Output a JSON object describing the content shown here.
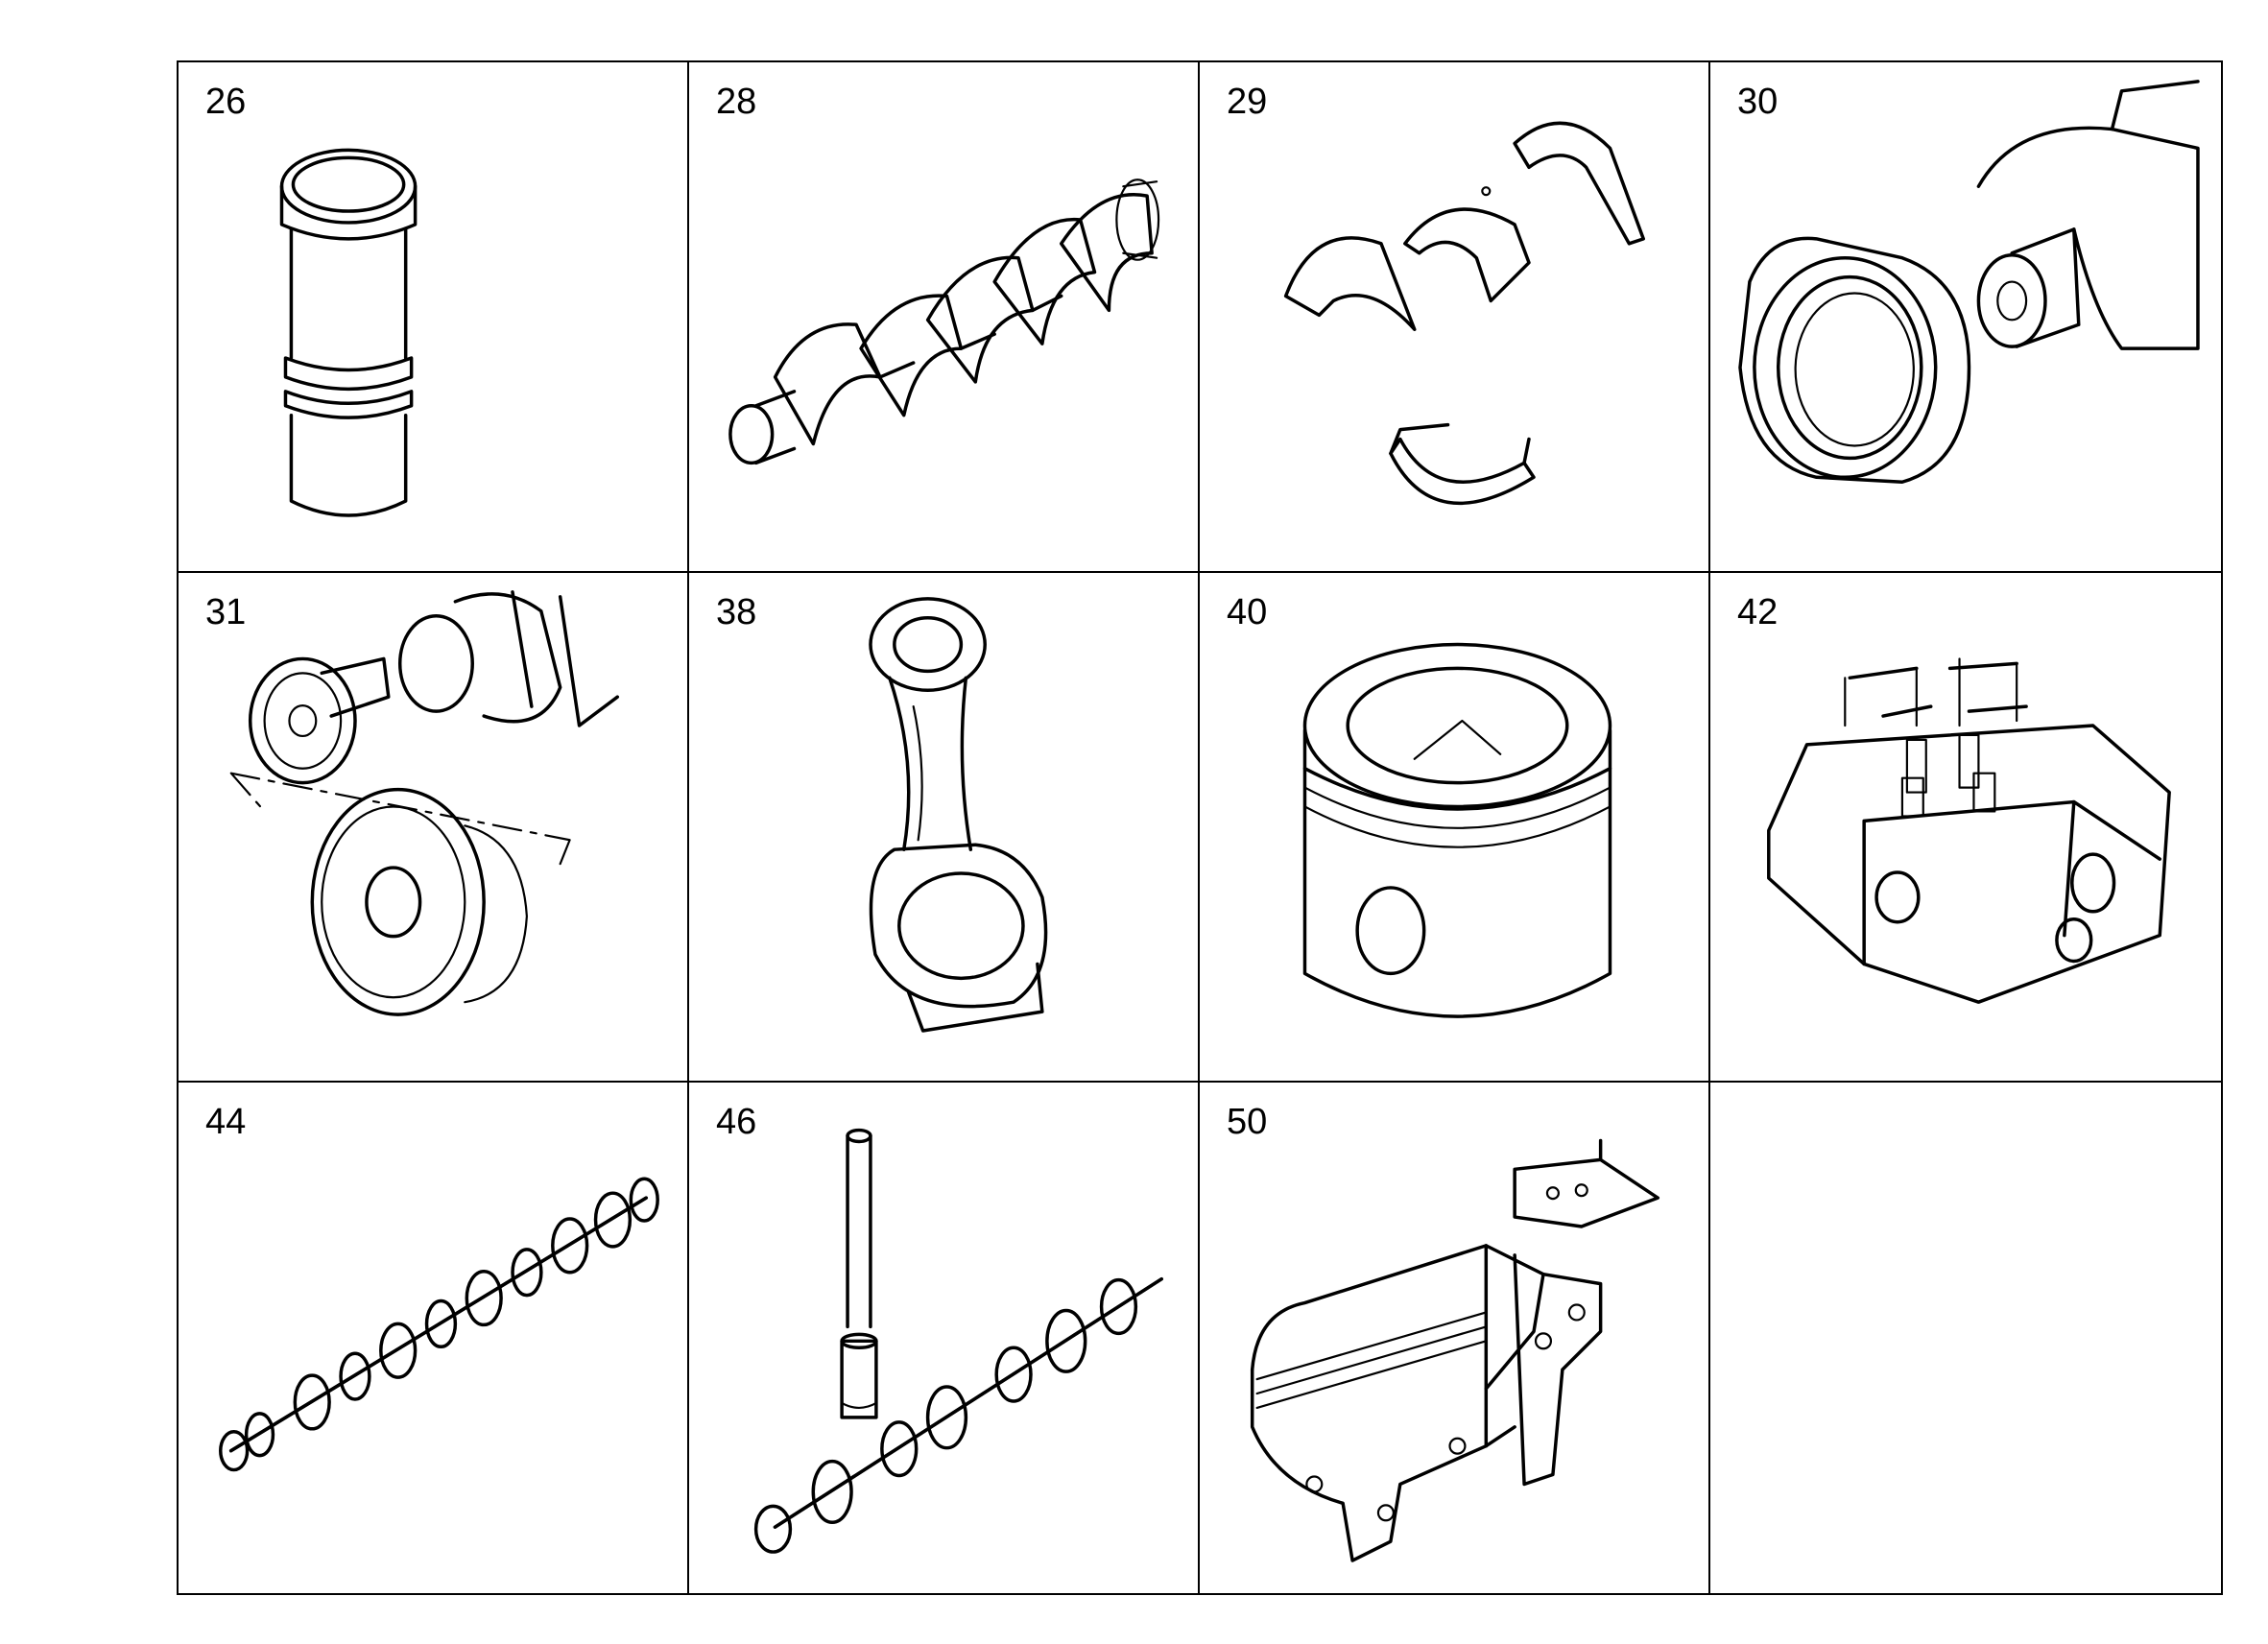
{
  "cells": [
    {
      "number": "26",
      "part_icon": "cylinder-liner-icon"
    },
    {
      "number": "28",
      "part_icon": "crankshaft-icon"
    },
    {
      "number": "29",
      "part_icon": "bearing-shells-icon"
    },
    {
      "number": "30",
      "part_icon": "crankshaft-seal-housing-icon"
    },
    {
      "number": "31",
      "part_icon": "crankshaft-gear-pulley-icon"
    },
    {
      "number": "38",
      "part_icon": "connecting-rod-icon"
    },
    {
      "number": "40",
      "part_icon": "piston-icon"
    },
    {
      "number": "42",
      "part_icon": "cylinder-head-icon"
    },
    {
      "number": "44",
      "part_icon": "camshaft-icon"
    },
    {
      "number": "46",
      "part_icon": "camshaft-pushrod-tappet-icon"
    },
    {
      "number": "50",
      "part_icon": "oil-cooler-icon"
    },
    {
      "number": "",
      "part_icon": ""
    }
  ]
}
